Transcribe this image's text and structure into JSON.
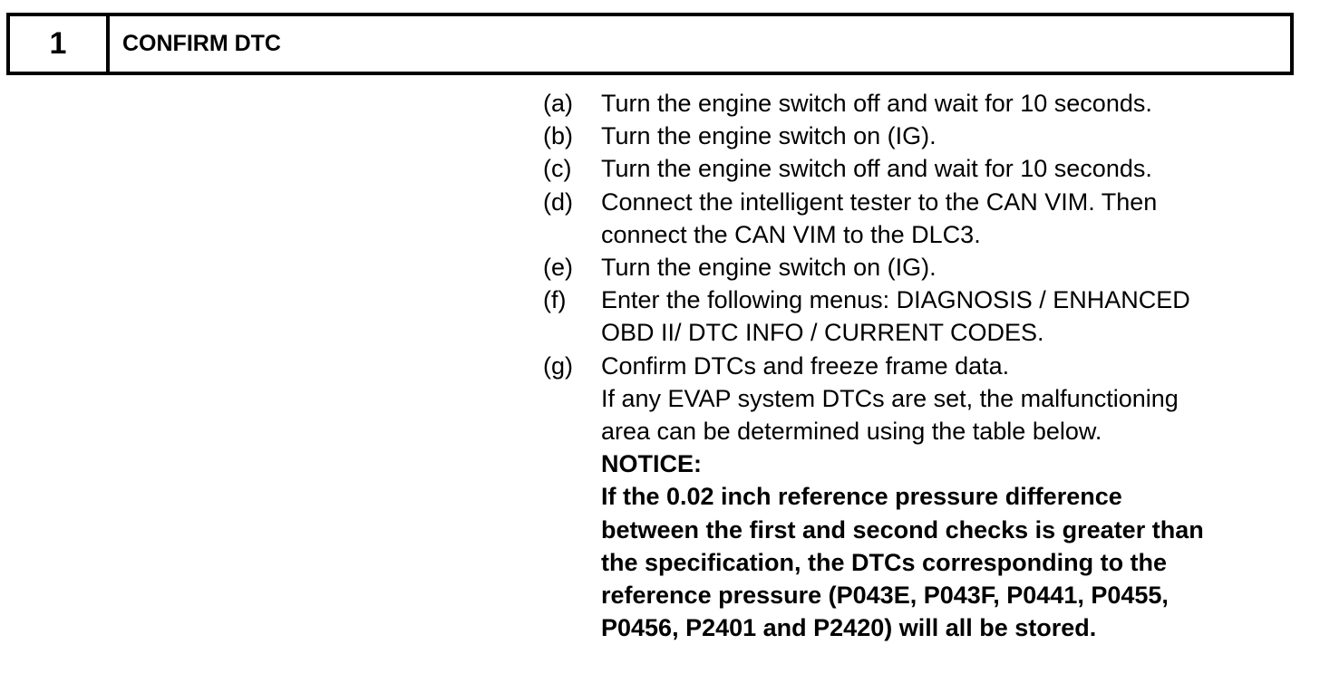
{
  "header": {
    "number": "1",
    "title": "CONFIRM DTC"
  },
  "steps": [
    {
      "letter": "(a)",
      "lines": [
        "Turn the engine switch off and wait for 10 seconds."
      ]
    },
    {
      "letter": "(b)",
      "lines": [
        "Turn the engine switch on (IG)."
      ]
    },
    {
      "letter": "(c)",
      "lines": [
        "Turn the engine switch off and wait for 10 seconds."
      ]
    },
    {
      "letter": "(d)",
      "lines": [
        "Connect the intelligent tester to the CAN VIM. Then",
        "connect the CAN VIM to the DLC3."
      ]
    },
    {
      "letter": "(e)",
      "lines": [
        "Turn the engine switch on (IG)."
      ]
    },
    {
      "letter": "(f)",
      "lines": [
        "Enter the following menus: DIAGNOSIS / ENHANCED",
        "OBD II/ DTC INFO / CURRENT CODES."
      ]
    },
    {
      "letter": "(g)",
      "lines": [
        "Confirm DTCs and freeze frame data.",
        "If any EVAP system DTCs are set, the malfunctioning",
        "area can be determined using the table below."
      ],
      "notice_label": "NOTICE:",
      "notice_lines": [
        "If the 0.02 inch reference pressure difference",
        "between the first and second checks is greater than",
        "the specification, the DTCs corresponding to the",
        "reference pressure (P043E, P043F, P0441, P0455,",
        "P0456, P2401 and P2420) will all be stored."
      ]
    }
  ]
}
